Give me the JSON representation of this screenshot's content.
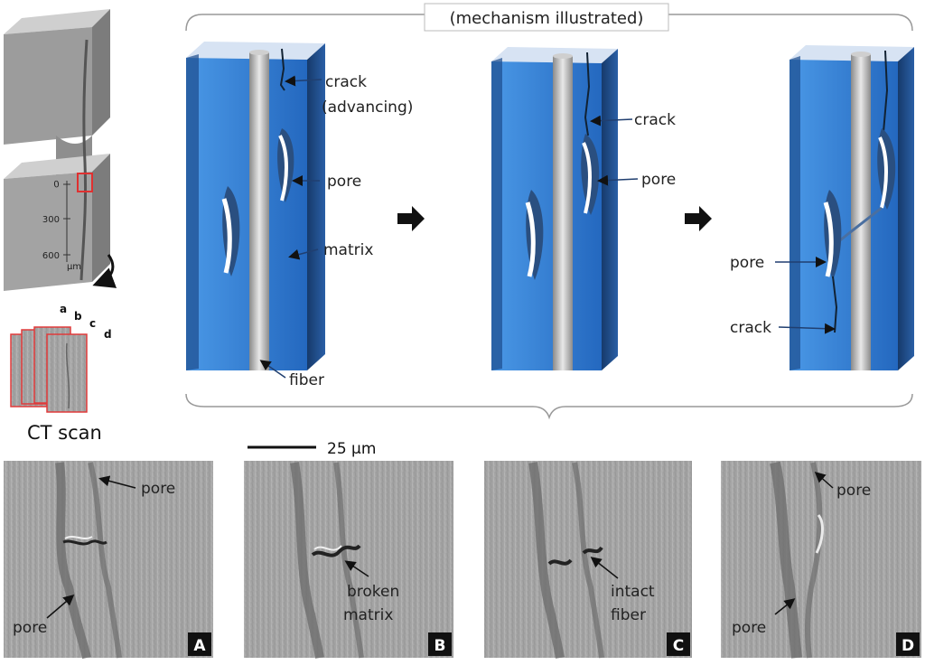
{
  "header": {
    "title": "(mechanism illustrated)"
  },
  "specimen": {
    "scale_ticks": [
      "0",
      "300",
      "600"
    ],
    "scale_unit": "µm"
  },
  "ct": {
    "slice_labels": [
      "a",
      "b",
      "c",
      "d"
    ],
    "caption": "CT scan"
  },
  "stage1": {
    "crack": "crack",
    "crack_sub": "(advancing)",
    "pore": "pore",
    "matrix": "matrix",
    "fiber": "fiber"
  },
  "stage2": {
    "crack": "crack",
    "pore": "pore"
  },
  "stage3": {
    "pore": "pore",
    "crack": "crack"
  },
  "scalebar": {
    "label": "25 µm"
  },
  "panels": {
    "A": {
      "letter": "A",
      "top_label": "pore",
      "bottom_label": "pore"
    },
    "B": {
      "letter": "B",
      "label_line1": "broken",
      "label_line2": "matrix"
    },
    "C": {
      "letter": "C",
      "label_line1": "intact",
      "label_line2": "fiber"
    },
    "D": {
      "letter": "D",
      "top_label": "pore",
      "bottom_label": "pore"
    }
  },
  "colors": {
    "block_front": "#2f7fd6",
    "block_side": "#1f4f8c",
    "fiber": "#b9b9b9",
    "specimen": "#a9a9a9"
  }
}
